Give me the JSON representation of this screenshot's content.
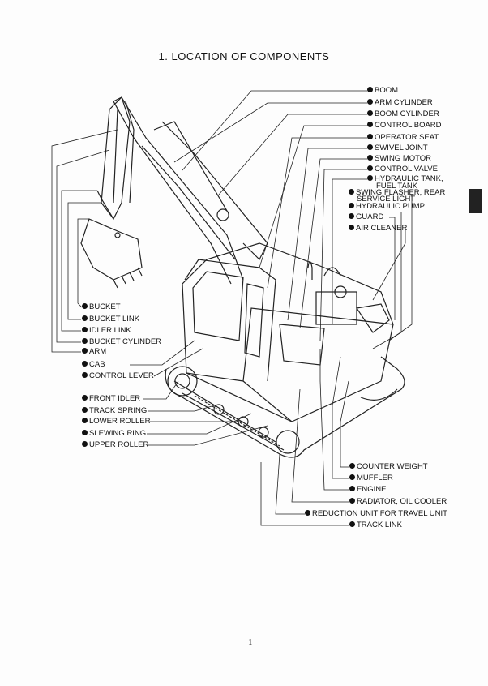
{
  "title": "1.   LOCATION OF COMPONENTS",
  "page_number": "1",
  "labels_right_top": [
    "BOOM",
    "ARM CYLINDER",
    "BOOM CYLINDER",
    "CONTROL BOARD",
    "OPERATOR SEAT",
    "SWIVEL JOINT",
    "SWING MOTOR",
    "CONTROL VALVE",
    "HYDRAULIC TANK,",
    "FUEL TANK",
    "SWING FLASHER, REAR",
    "SERVICE LIGHT",
    "HYDRAULIC PUMP",
    "GUARD",
    "AIR CLEANER"
  ],
  "labels_left": [
    "BUCKET",
    "BUCKET LINK",
    "IDLER LINK",
    "BUCKET CYLINDER",
    "ARM",
    "CAB",
    "CONTROL LEVER",
    "FRONT IDLER",
    "TRACK SPRING",
    "LOWER ROLLER",
    "SLEWING RING",
    "UPPER ROLLER"
  ],
  "labels_bottom": [
    "COUNTER WEIGHT",
    "MUFFLER",
    "ENGINE",
    "RADIATOR, OIL COOLER",
    "REDUCTION UNIT FOR TRAVEL UNIT",
    "TRACK LINK"
  ]
}
